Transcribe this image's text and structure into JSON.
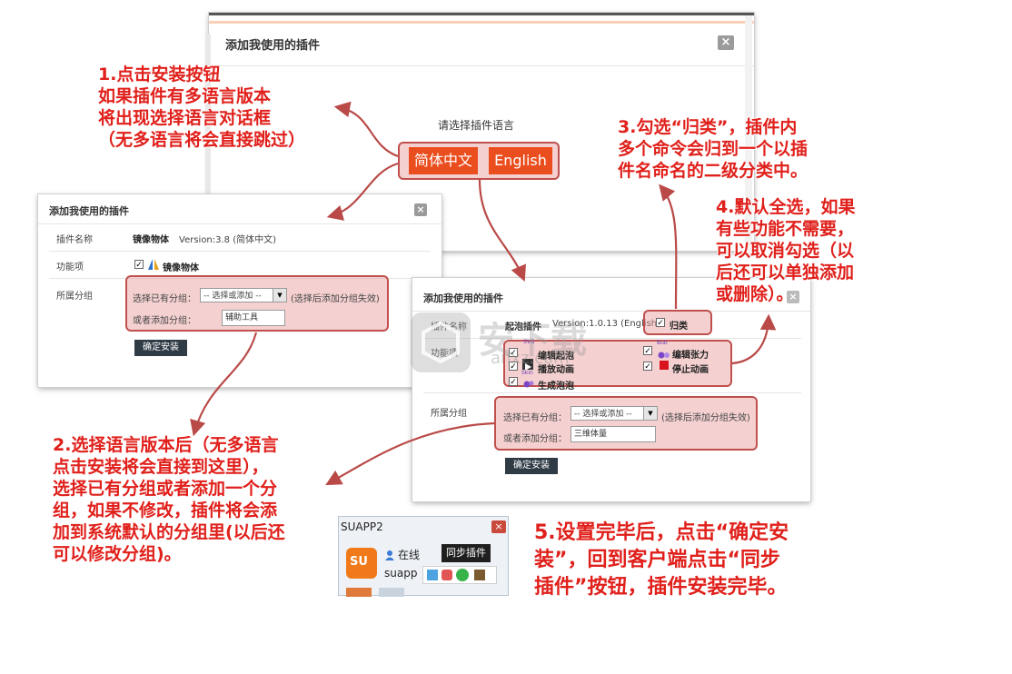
{
  "dialog_lang": {
    "title": "添加我使用的插件",
    "close": "×",
    "prompt": "请选择插件语言",
    "btn_cn": "简体中文",
    "btn_en": "English"
  },
  "dialog_left": {
    "title": "添加我使用的插件",
    "close": "×",
    "name_label": "插件名称",
    "name_value": "镜像物体",
    "version": "Version:3.8 (简体中文)",
    "func_label": "功能项",
    "func_item": "镜像物体",
    "group_label": "所属分组",
    "select_label": "选择已有分组：",
    "select_value": "-- 选择或添加 --",
    "select_hint": "(选择后添加分组失效)",
    "add_label": "或者添加分组：",
    "add_value": "辅助工具",
    "install": "确定安装"
  },
  "dialog_right": {
    "title": "添加我使用的插件",
    "name_label": "插件名称",
    "name_value": "起泡插件",
    "version": "Version:1.0.13 (English)",
    "classify": "归类",
    "func_label": "功能项",
    "funcs": [
      "编辑起泡",
      "播放动画",
      "生成泡泡",
      "编辑张力",
      "停止动画"
    ],
    "icon_tags": [
      "SVG",
      "Skin",
      "Bub"
    ],
    "group_label": "所属分组",
    "select_label": "选择已有分组：",
    "select_value": "-- 选择或添加 --",
    "select_hint": "(选择后添加分组失效)",
    "add_label": "或者添加分组：",
    "add_value": "三维体量",
    "install": "确定安装"
  },
  "watermark": {
    "text": "安下载",
    "sub": "anxz.com"
  },
  "suapp": {
    "title": "SUAPP2",
    "close": "×",
    "logo": "SU",
    "status": "在线",
    "user": "suapp",
    "tooltip": "同步插件"
  },
  "notes": {
    "n1": [
      "1.点击安装按钮",
      "如果插件有多语言版本",
      "将出现选择语言对话框",
      "（无多语言将会直接跳过）"
    ],
    "n2": [
      "2.选择语言版本后（无多语言",
      "点击安装将会直接到这里），",
      "选择已有分组或者添加一个分",
      "组，如果不修改，插件将会添",
      "加到系统默认的分组里(以后还",
      "可以修改分组)。"
    ],
    "n3": [
      "3.勾选“归类”，插件内",
      "多个命令会归到一个以插",
      "件名命名的二级分类中。"
    ],
    "n4": [
      "4.默认全选，如果",
      "有些功能不需要，",
      "可以取消勾选（以",
      "后还可以单独添加",
      "或删除）。"
    ],
    "n5": [
      "5.设置完毕后，点击“确定安",
      "装”，回到客户端点击“同步",
      "插件”按钮，插件安装完毕。"
    ]
  },
  "colors": {
    "annotation": "#e0201b",
    "highlight_border": "#c0504d",
    "lang_button": "#ea4d1e",
    "install_button": "#2f3b45"
  }
}
